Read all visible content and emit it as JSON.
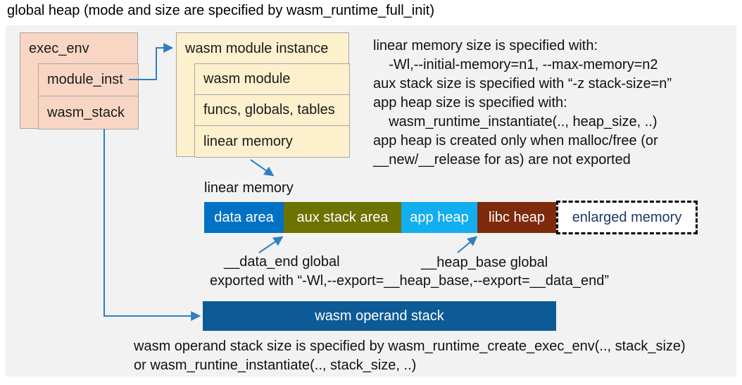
{
  "title": "global heap (mode and size are specified by wasm_runtime_full_init)",
  "exec_env": {
    "header": "exec_env",
    "rows": [
      "module_inst",
      "wasm_stack"
    ]
  },
  "module_instance": {
    "header": "wasm module instance",
    "rows": [
      "wasm module",
      "funcs, globals, tables",
      "linear memory"
    ]
  },
  "notes_right": {
    "lines": [
      "linear memory size is specified with:",
      "    -Wl,--initial-memory=n1, --max-memory=n2",
      "aux stack size is specified with “-z stack-size=n”",
      "app heap size is specified with:",
      "    wasm_runtime_instantiate(.., heap_size, ..)",
      "app heap is created only when malloc/free (or",
      "__new/__release for as) are not exported"
    ]
  },
  "linear_memory": {
    "label": "linear memory",
    "segments": [
      {
        "label": "data area",
        "color": "#0072C6",
        "text_color": "#FFFFFF"
      },
      {
        "label": "aux stack area",
        "color": "#6D7200",
        "text_color": "#FFFFFF"
      },
      {
        "label": "app heap",
        "color": "#12AEEF",
        "text_color": "#FFFFFF"
      },
      {
        "label": "libc heap",
        "color": "#7E2A0C",
        "text_color": "#FFFFFF"
      },
      {
        "label": "enlarged memory",
        "color": "#FFFFFF",
        "text_color": "#1F3864"
      }
    ]
  },
  "annotations": {
    "data_end": "__data_end global",
    "heap_base": "__heap_base global",
    "exported": "exported with “-Wl,--export=__heap_base,--export=__data_end”"
  },
  "operand_stack": {
    "label": "wasm operand stack",
    "color": "#0C5A96"
  },
  "bottom_note": {
    "lines": [
      "wasm operand stack size is specified by wasm_runtime_create_exec_env(.., stack_size)",
      "or wasm_runtine_instantiate(.., stack_size, ..)"
    ]
  },
  "colors": {
    "panel_bg": "#F2F2F2",
    "pink_box": "#F9D6C3",
    "cream_box": "#FCF0CD",
    "box_border": "#A6A6A6",
    "arrow": "#2E7FC2",
    "enlarged_text": "#1F3864"
  }
}
